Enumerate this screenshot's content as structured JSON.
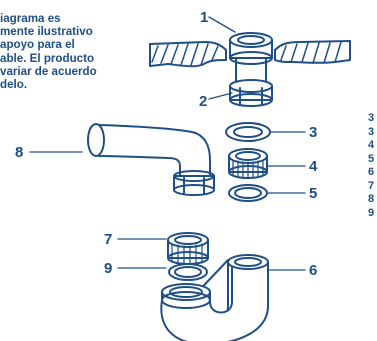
{
  "note_lines": [
    "iagrama es",
    "mente ilustrativo",
    "apoyo para el",
    "able. El producto",
    "variar de acuerdo",
    "delo."
  ],
  "callouts": {
    "c1": "1",
    "c2": "2",
    "c3": "3",
    "c4": "4",
    "c5": "5",
    "c6": "6",
    "c7": "7",
    "c8": "8",
    "c9": "9"
  },
  "legend_clipped": [
    "3",
    "3",
    "4",
    "5",
    "6",
    "7",
    "8",
    "9"
  ],
  "colors": {
    "stroke": "#1f4f86",
    "fill": "#ffffff"
  }
}
